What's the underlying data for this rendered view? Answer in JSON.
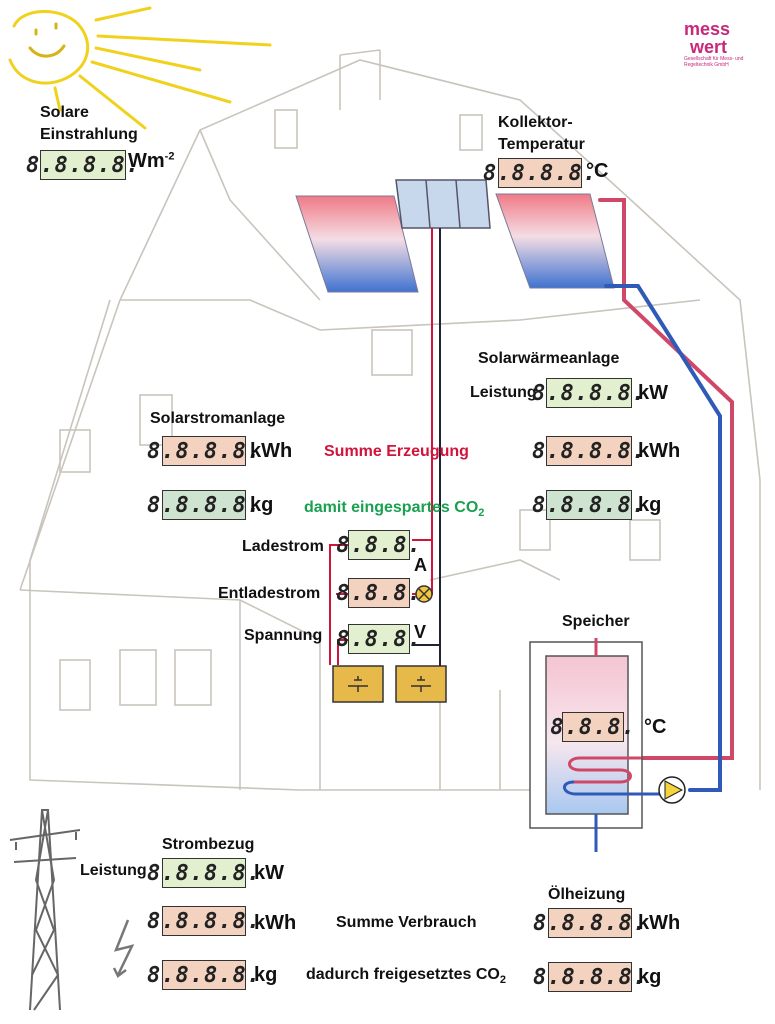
{
  "logo": {
    "line1": "mess",
    "line2": "wert",
    "tagline": "Gesellschaft für Mess- und Regeltechnik GmbH"
  },
  "solar": {
    "label1": "Solare",
    "label2": "Einstrahlung",
    "display": "8.8.8.8.",
    "unit": "Wm"
  },
  "kollektor": {
    "label1": "Kollektor-",
    "label2": "Temperatur",
    "display": "8.8.8.8.",
    "unit": "°C"
  },
  "solarwaerme": {
    "title": "Solarwärmeanlage",
    "leistung_label": "Leistung",
    "display_kw": "8.8.8.8.",
    "unit_kw": "kW",
    "display_kwh": "8.8.8.8.",
    "unit_kwh": "kWh",
    "display_kg": "8.8.8.8.",
    "unit_kg": "kg"
  },
  "solarstrom": {
    "title": "Solarstromanlage",
    "display_kwh": "8.8.8.8.",
    "unit_kwh": "kWh",
    "display_kg": "8.8.8.8.",
    "unit_kg": "kg"
  },
  "middle": {
    "summe": "Summe Erzeugung",
    "co2": "damit eingespartes CO"
  },
  "battery": {
    "ladestrom": "Ladestrom",
    "entladestrom": "Entladestrom",
    "spannung": "Spannung",
    "display_lade": "8.8.8.",
    "display_entlade": "8.8.8.",
    "display_spannung": "8.8.8.",
    "unit_a": "A",
    "unit_v": "V"
  },
  "speicher": {
    "title": "Speicher",
    "display": "8.8.8.",
    "unit": "°C"
  },
  "strombezug": {
    "title": "Strombezug",
    "leistung_label": "Leistung",
    "display_kw": "8.8.8.8.",
    "unit_kw": "kW",
    "display_kwh": "8.8.8.8.",
    "unit_kwh": "kWh",
    "display_kg": "8.8.8.8.",
    "unit_kg": "kg"
  },
  "bottom": {
    "summe": "Summe Verbrauch",
    "co2": "dadurch freigesetztes CO"
  },
  "oelheizung": {
    "title": "Ölheizung",
    "display_kwh": "8.8.8.8.",
    "unit_kwh": "kWh",
    "display_kg": "8.8.8.8.",
    "unit_kg": "kg"
  }
}
